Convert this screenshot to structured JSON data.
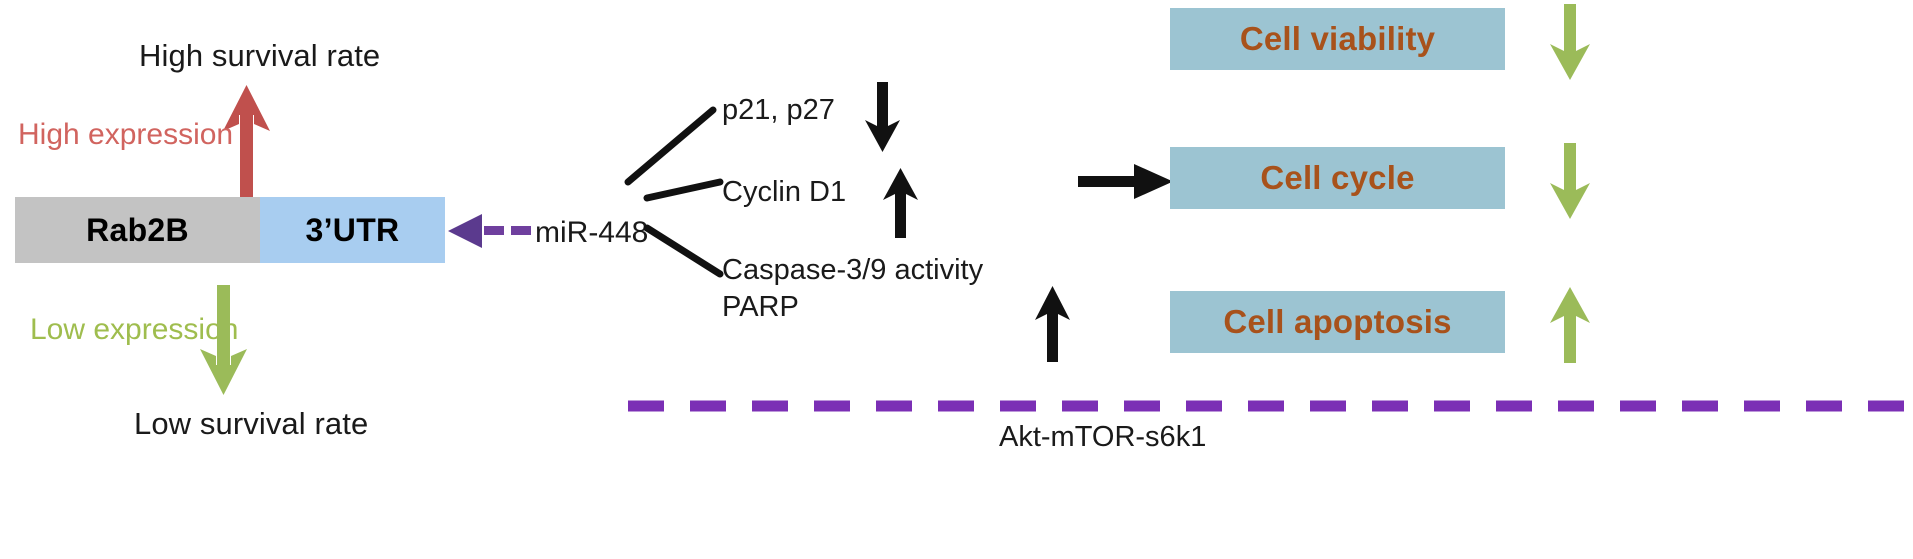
{
  "diagram": {
    "title": "miR-448 / Rab2B 3'UTR regulatory pathway schematic",
    "colors": {
      "high_expression_red": "#d1645f",
      "low_expression_green": "#9fbd4e",
      "gene_cds_gray": "#c3c3c3",
      "gene_utr_blue": "#a8cdf0",
      "outcome_box_teal": "#9cc4d2",
      "outcome_text_brown": "#a8521b",
      "mirna_arrow_purple": "#6f3f9e",
      "pathway_dash_purple": "#7b2fb5",
      "black_arrow": "#111111"
    }
  },
  "left_panel": {
    "high_survival_label": "High survival rate",
    "high_expression_label": "High expression",
    "low_expression_label": "Low expression",
    "low_survival_label": "Low survival rate",
    "gene": {
      "cds_label": "Rab2B",
      "utr_label": "3’UTR"
    }
  },
  "mirna": {
    "label": "miR-448"
  },
  "targets": [
    {
      "label": "p21, p27",
      "direction": "down"
    },
    {
      "label": "Cyclin D1",
      "direction": "up"
    },
    {
      "label": "Caspase-3/9 activity",
      "label2": "PARP",
      "direction": "none"
    }
  ],
  "outcomes": [
    {
      "label": "Cell viability",
      "change": "down"
    },
    {
      "label": "Cell cycle",
      "change": "down"
    },
    {
      "label": "Cell apoptosis",
      "change": "up"
    }
  ],
  "pathway": {
    "label": "Akt-mTOR-s6k1"
  }
}
